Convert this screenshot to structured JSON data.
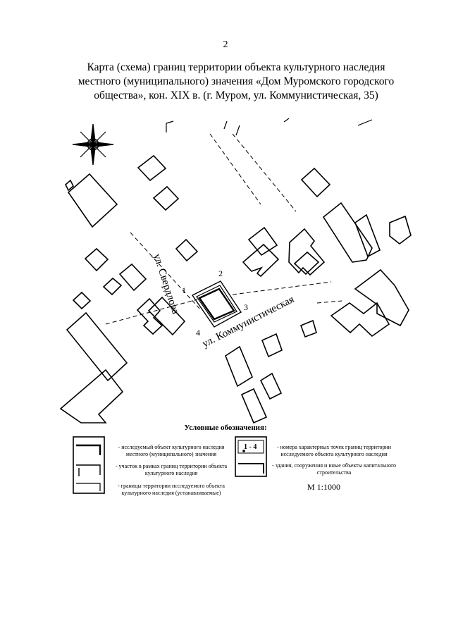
{
  "page_number": "2",
  "title_lines": [
    "Карта (схема) границ территории объекта культурного наследия",
    "местного (муниципального) значения «Дом Муромского городского",
    "общества», кон. XIX в. (г. Муром, ул. Коммунистическая, 35)"
  ],
  "map": {
    "streets": {
      "sverdlova": "ул. Свердлова",
      "kommunisticheskaya": "ул. Коммунистическая"
    },
    "boundary_points": [
      "1",
      "2",
      "3",
      "4"
    ]
  },
  "legend": {
    "title": "Условные обозначения:",
    "items": {
      "object": "- исследуемый объект культурного наследия местного (муниципального) значения",
      "plot": "- участок в рамках границ территории объекта культурного наследия",
      "boundary": "- границы территории исследуемого объекта культурного наследия (устанавливаемые)",
      "points_symbol": "1 - 4",
      "points": "- номера характерных точек границ территории исследуемого объекта культурного наследия",
      "buildings": "- здания, сооружения и иные объекты капитального строительства"
    }
  },
  "scale": "М 1:1000"
}
